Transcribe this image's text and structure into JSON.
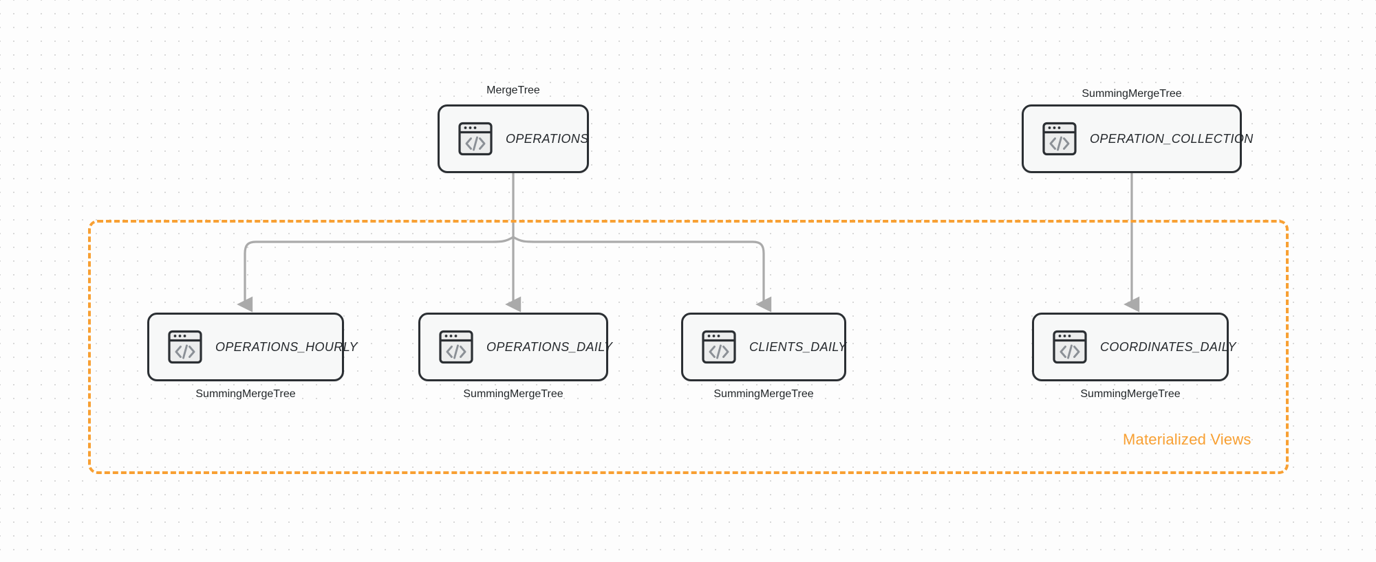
{
  "diagram": {
    "background": "#fdfdfd",
    "grid_dot_color": "#d8d8d8",
    "edge_color": "#aaaaaa",
    "node_border_color": "#2b2f33",
    "node_fill_color": "#f7f8f8",
    "accent_color": "#f8a033"
  },
  "group": {
    "label": "Materialized Views",
    "border_style": "dashed",
    "color": "#f8a033"
  },
  "nodes": [
    {
      "id": "operations",
      "label": "OPERATIONS",
      "engine": "MergeTree",
      "engine_position": "above",
      "icon": "code-window-icon"
    },
    {
      "id": "operation_collection",
      "label": "OPERATION_COLLECTION",
      "engine": "SummingMergeTree",
      "engine_position": "above",
      "icon": "code-window-icon"
    },
    {
      "id": "operations_hourly",
      "label": "OPERATIONS_HOURLY",
      "engine": "SummingMergeTree",
      "engine_position": "below",
      "icon": "code-window-icon"
    },
    {
      "id": "operations_daily",
      "label": "OPERATIONS_DAILY",
      "engine": "SummingMergeTree",
      "engine_position": "below",
      "icon": "code-window-icon"
    },
    {
      "id": "clients_daily",
      "label": "CLIENTS_DAILY",
      "engine": "SummingMergeTree",
      "engine_position": "below",
      "icon": "code-window-icon"
    },
    {
      "id": "coordinates_daily",
      "label": "COORDINATES_DAILY",
      "engine": "SummingMergeTree",
      "engine_position": "below",
      "icon": "code-window-icon"
    }
  ],
  "edges": [
    {
      "from": "operations",
      "to": "operations_hourly"
    },
    {
      "from": "operations",
      "to": "operations_daily"
    },
    {
      "from": "operations",
      "to": "clients_daily"
    },
    {
      "from": "operation_collection",
      "to": "coordinates_daily"
    }
  ]
}
